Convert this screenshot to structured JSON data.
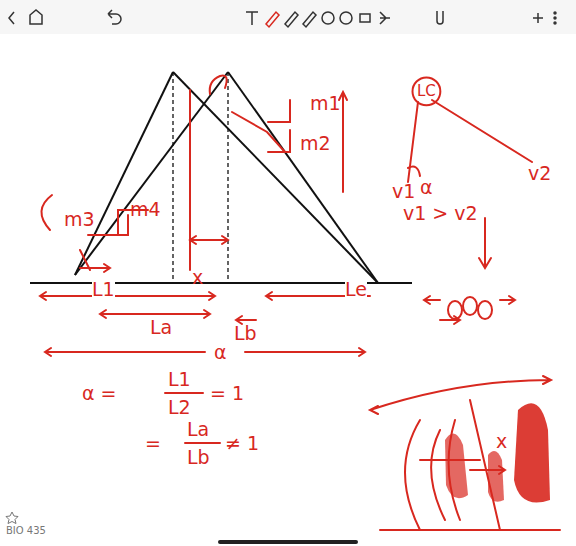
{
  "diagram": {
    "nodes": [
      {
        "text": [
          "LC"
        ]
      }
    ],
    "labels": [
      "L1",
      "Le",
      "La",
      "Lb",
      "α",
      "α =",
      "L1",
      "L2",
      "= 1",
      "=",
      "La",
      "Lb",
      "≠ 1",
      "m1",
      "m2",
      "m3",
      "m4",
      "x",
      "x",
      "v1",
      "v2",
      "α",
      "v1 > v2",
      "BIO 435"
    ]
  }
}
